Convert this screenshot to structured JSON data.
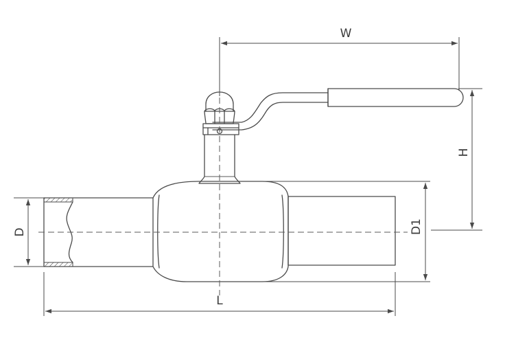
{
  "dimensions": {
    "w": "W",
    "h": "H",
    "d": "D",
    "d1": "D1",
    "l": "L"
  },
  "colors": {
    "line": "#4a4a4a",
    "background": "#ffffff"
  }
}
